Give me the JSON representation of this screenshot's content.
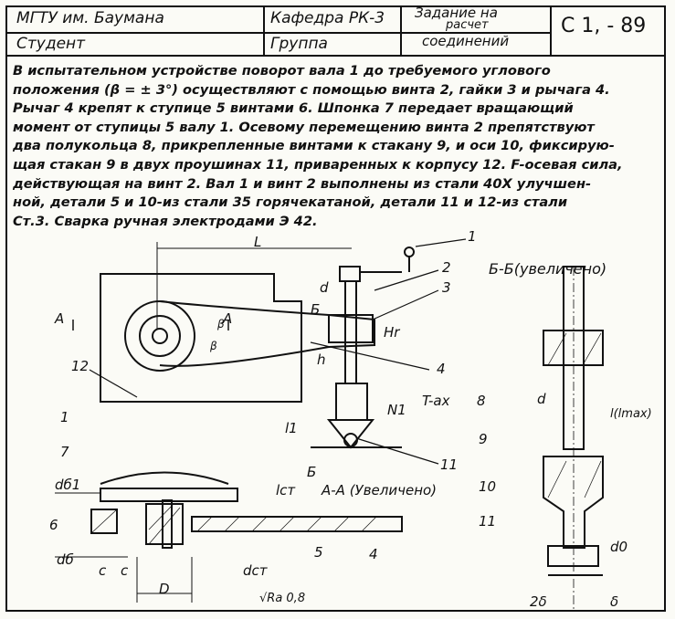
{
  "header": {
    "university": "МГТУ им. Баумана",
    "department": "Кафедра РК-3",
    "task_line1": "Задание на",
    "task_line2": "расчет",
    "task_line3": "соединений",
    "sheet_code": "С  1, - 89",
    "student": "Студент",
    "group": "Группа"
  },
  "body_lines": [
    "      В испытательном устройстве поворот вала 1 до требуемого углового",
    "положения (β = ± 3°) осуществляют с помощью винта 2, гайки 3 и рычага 4.",
    "Рычаг 4 крепят к ступице 5 винтами 6. Шпонка 7 передает вращающий",
    "момент от ступицы 5 валу 1. Осевому перемещению винта 2 препятствуют",
    "два полукольца 8, прикрепленные винтами к стакану 9, и оси 10, фиксирую-",
    "щая стакан 9 в двух проушинах 11, приваренных к корпусу 12. F-осевая сила,",
    "действующая на винт 2. Вал 1 и винт 2 выполнены из стали 40Х улучшен-",
    "ной, детали 5 и 10-из стали 35 горячекатаной, детали 11 и 12-из стали",
    "Ст.3. Сварка ручная электродами Э 42."
  ],
  "drawing": {
    "dimension_L": "L",
    "label_A1": "A",
    "label_A2": "A",
    "label_d": "d",
    "label_B_top": "Б",
    "label_B_bottom": "Б",
    "label_h": "h",
    "label_Hr": "Hr",
    "label_beta1": "β",
    "label_beta2": "β",
    "label_N1": "N1",
    "label_T": "T-ах",
    "label_l1": "l1",
    "label_lct": "lcт",
    "section_AA": "А-А (Увеличено)",
    "section_BB": "Б-Б(увеличено)",
    "label_d_bb": "d",
    "label_l_lmax": "l(lmax)",
    "label_d_b1": "dб1",
    "label_d_b": "dб",
    "label_d_ct": "dст",
    "label_D": "D",
    "label_c1": "c",
    "label_c2": "c",
    "label_d0": "d0",
    "label_2delta": "2δ",
    "label_delta": "δ",
    "roughness": "√Ra 0,8",
    "callouts": [
      "1",
      "2",
      "3",
      "4",
      "12",
      "1",
      "7",
      "6",
      "5",
      "4",
      "8",
      "9",
      "10",
      "11",
      "11"
    ]
  }
}
